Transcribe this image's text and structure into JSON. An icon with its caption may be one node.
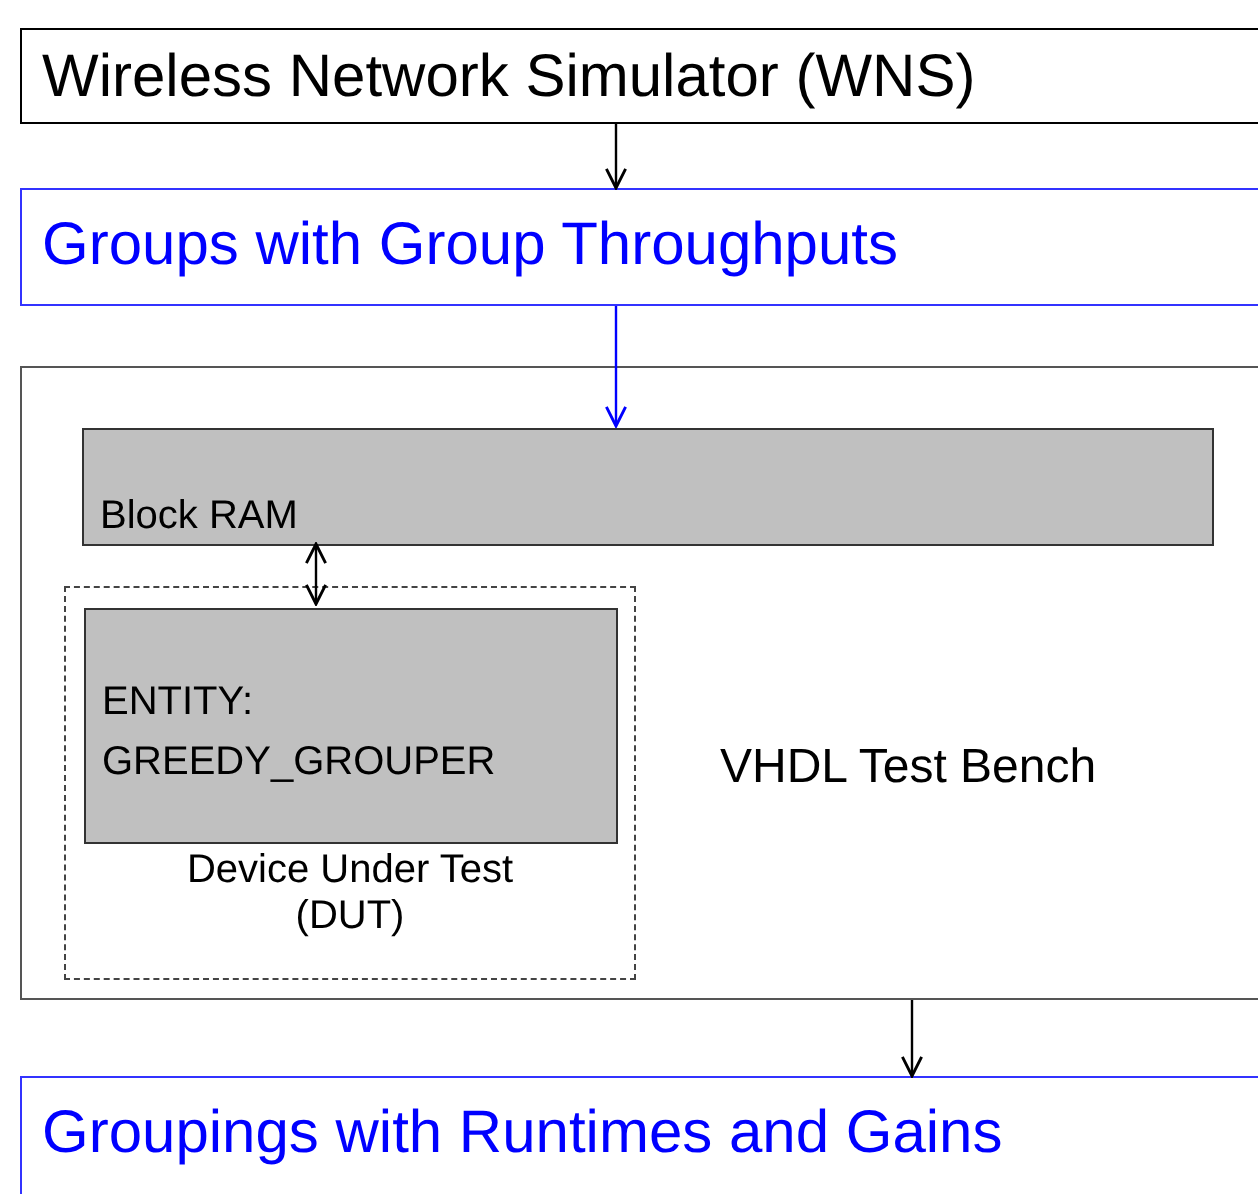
{
  "diagram": {
    "nodes": [
      {
        "text": [
          "Wireless Network Simulator (WNS)"
        ]
      },
      {
        "text": [
          "Groups with Group Throughputs"
        ]
      },
      {
        "text": [
          "VHDL Test Bench"
        ]
      },
      {
        "text": [
          "Block RAM"
        ],
        "in": 2
      },
      {
        "text": [
          "Device Under Test (DUT)"
        ],
        "in": 2
      },
      {
        "text": [
          "ENTITY: GREEDY_GROUPER"
        ],
        "in": 4
      },
      {
        "text": [
          "Groupings with Runtimes and Gains"
        ]
      }
    ],
    "edges": [
      {
        "from": 0,
        "to": 1,
        "arrow": "to"
      },
      {
        "from": 1,
        "to": 3,
        "arrow": "to",
        "color": "#0000ff"
      },
      {
        "from": 3,
        "to": 5,
        "arrow": "both"
      },
      {
        "from": 2,
        "to": 6,
        "arrow": "to"
      }
    ]
  }
}
